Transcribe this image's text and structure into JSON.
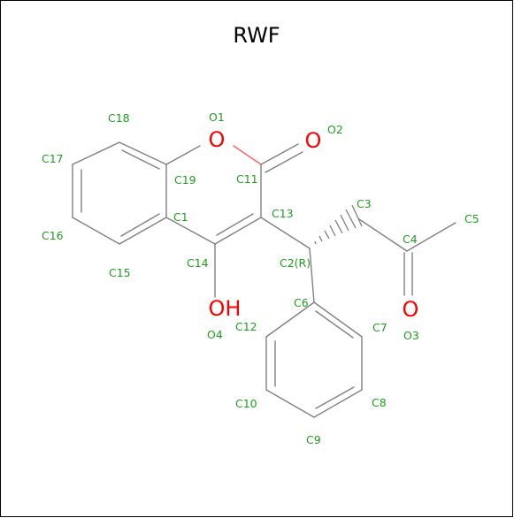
{
  "title": "RWF",
  "colors": {
    "label": "#1f9e1f",
    "hetero": "#ff0000",
    "bond": "#808080"
  },
  "heteroatoms": {
    "ring_o": "O",
    "carbonyl_o": "O",
    "hydroxyl": "OH",
    "ketone_o": "O"
  },
  "atom_labels": {
    "O1": "O1",
    "O2": "O2",
    "O3": "O3",
    "O4": "O4",
    "C1": "C1",
    "C2": "C2(R)",
    "C3": "C3",
    "C4": "C4",
    "C5": "C5",
    "C6": "C6",
    "C7": "C7",
    "C8": "C8",
    "C9": "C9",
    "C10": "C10",
    "C11": "C11",
    "C12": "C12",
    "C13": "C13",
    "C14": "C14",
    "C15": "C15",
    "C16": "C16",
    "C17": "C17",
    "C18": "C18",
    "C19": "C19"
  }
}
